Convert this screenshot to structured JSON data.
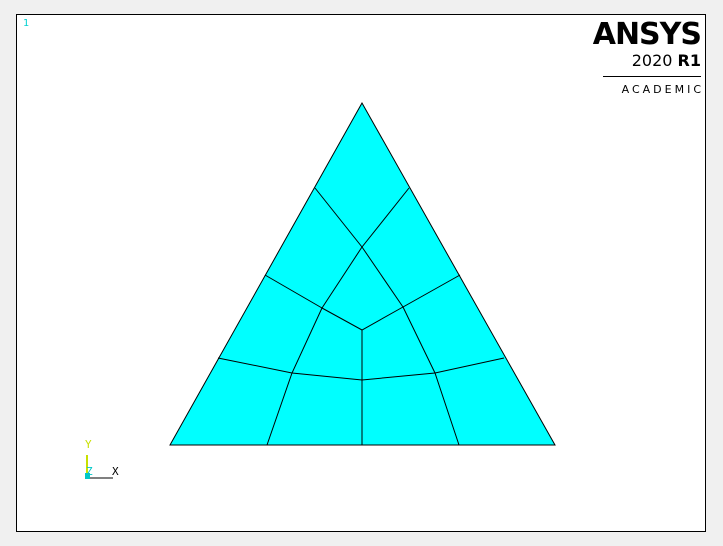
{
  "viewport": {
    "window_number": "1"
  },
  "logo": {
    "brand": "ANSYS",
    "version_year": "2020",
    "version_release": "R1",
    "edition": "ACADEMIC"
  },
  "triad": {
    "y_label": "Y",
    "z_label": "Z",
    "x_label": "X",
    "y_color": "#c8e000",
    "z_color": "#00c8c8",
    "x_color": "#000000"
  },
  "mesh": {
    "element_count": 12,
    "fill_color": "#00ffff",
    "edge_color": "#000000",
    "background_color": "#ffffff"
  }
}
